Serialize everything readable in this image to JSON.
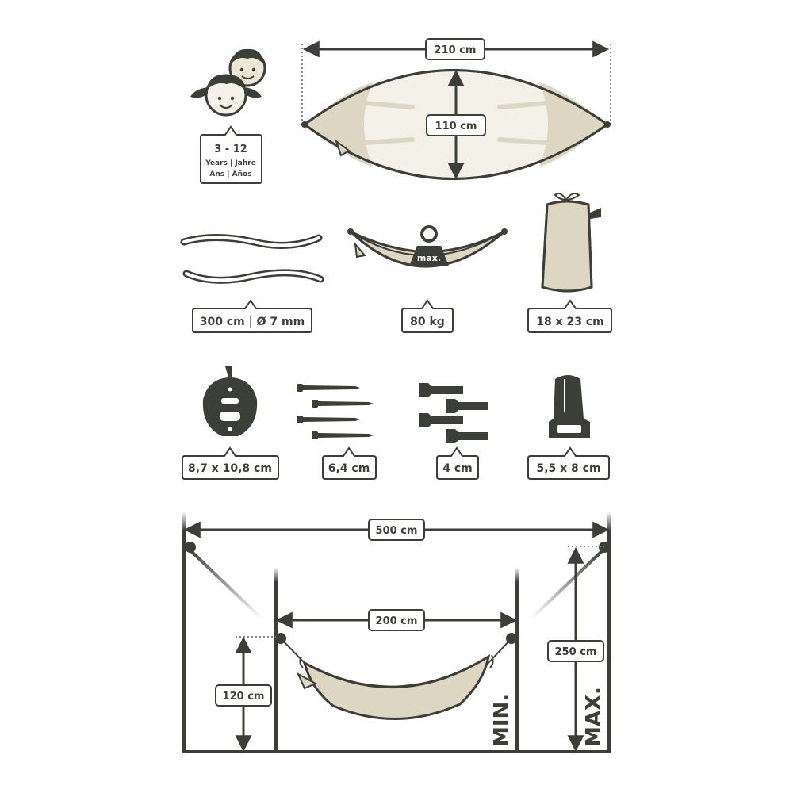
{
  "colors": {
    "outline": "#3c3e38",
    "fabric": "#dcd6c2",
    "fabric_light": "#f3f1e8",
    "dotted": "#8a8a84"
  },
  "age": {
    "range": "3 - 12",
    "line1": "Years | Jahre",
    "line2": "Ans | Años"
  },
  "hammock_top": {
    "length": "210 cm",
    "width": "110 cm"
  },
  "accessories": {
    "rope": "300 cm | Ø 7 mm",
    "weight_tag": "max.",
    "max_load": "80 kg",
    "bag": "18 x 23 cm"
  },
  "hardware": {
    "wall_plate": "8,7 x 10,8 cm",
    "screws": "6,4 cm",
    "anchors": "4 cm",
    "carabiner": "5,5 x 8 cm"
  },
  "installation": {
    "max_distance": "500 cm",
    "min_distance": "200 cm",
    "min_height": "120 cm",
    "max_height": "250 cm",
    "min_label": "MIN.",
    "max_label": "MAX."
  }
}
